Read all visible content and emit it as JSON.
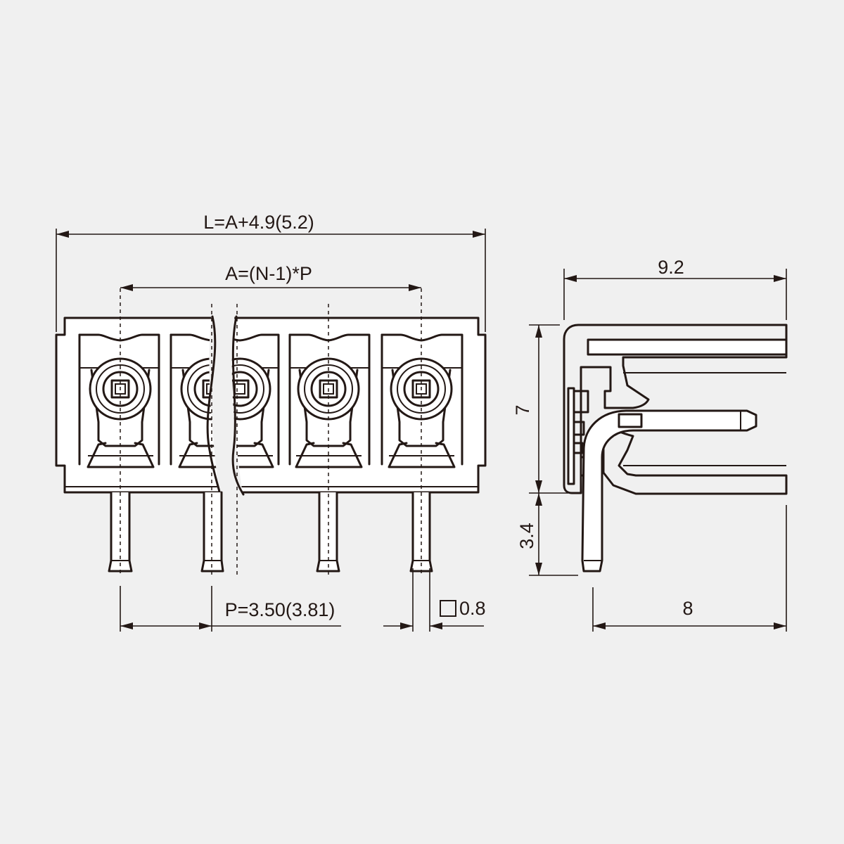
{
  "front_view": {
    "dim_overall_length": "L=A+4.9(5.2)",
    "dim_pin_span": "A=(N-1)*P",
    "dim_pitch": "P=3.50(3.81)",
    "dim_pin_size": "0.8"
  },
  "side_view": {
    "dim_depth": "9.2",
    "dim_height": "7",
    "dim_pin_length": "3.4",
    "dim_pin_offset": "8"
  },
  "colors": {
    "line": "#231815",
    "background": "#f0f0f0"
  }
}
